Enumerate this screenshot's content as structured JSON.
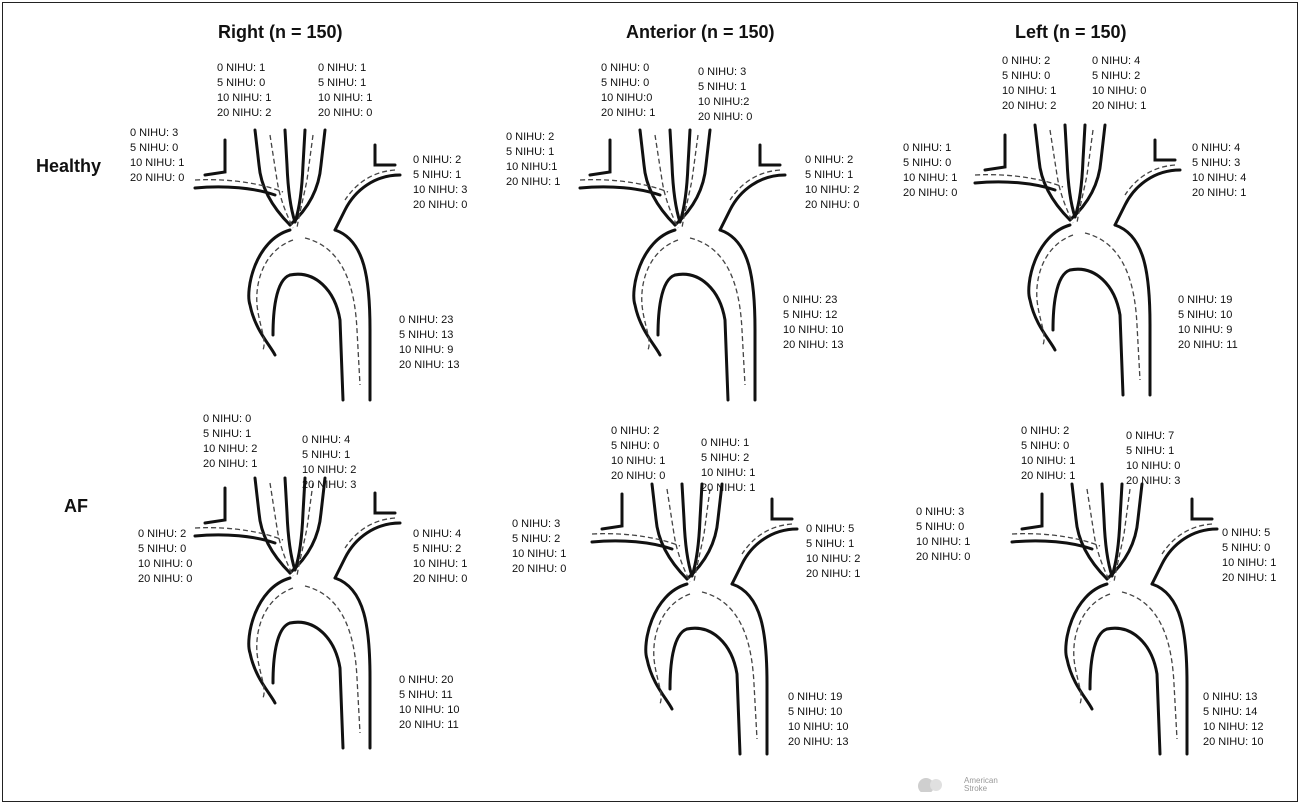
{
  "columns": [
    "Right (n = 150)",
    "Anterior (n = 150)",
    "Left (n = 150)"
  ],
  "rows": [
    "Healthy",
    "AF"
  ],
  "panels": {
    "healthy_right": {
      "lt": [
        "0 NIHU: 1",
        "5 NIHU: 0",
        "10 NIHU: 1",
        "20 NIHU: 2"
      ],
      "rt": [
        "0 NIHU: 1",
        "5 NIHU: 1",
        "10 NIHU: 1",
        "20 NIHU: 0"
      ],
      "l": [
        "0 NIHU: 3",
        "5 NIHU: 0",
        "10 NIHU: 1",
        "20 NIHU: 0"
      ],
      "r": [
        "0 NIHU: 2",
        "5 NIHU: 1",
        "10 NIHU: 3",
        "20 NIHU: 0"
      ],
      "d": [
        "0 NIHU: 23",
        "5 NIHU: 13",
        "10 NIHU: 9",
        "20 NIHU: 13"
      ]
    },
    "healthy_anterior": {
      "lt": [
        "0 NIHU: 0",
        "5 NIHU: 0",
        "10 NIHU:0",
        "20 NIHU: 1"
      ],
      "rt": [
        "0 NIHU: 3",
        "5 NIHU: 1",
        "10 NIHU:2",
        "20 NIHU: 0"
      ],
      "l": [
        "0 NIHU: 2",
        "5 NIHU: 1",
        "10 NIHU:1",
        "20 NIHU: 1"
      ],
      "r": [
        "0 NIHU: 2",
        "5 NIHU: 1",
        "10 NIHU: 2",
        "20 NIHU: 0"
      ],
      "d": [
        "0 NIHU: 23",
        "5 NIHU: 12",
        "10 NIHU: 10",
        "20 NIHU: 13"
      ]
    },
    "healthy_left": {
      "lt": [
        "0 NIHU: 2",
        "5 NIHU: 0",
        "10 NIHU: 1",
        "20 NIHU: 2"
      ],
      "rt": [
        "0 NIHU: 4",
        "5 NIHU: 2",
        "10 NIHU: 0",
        "20 NIHU: 1"
      ],
      "l": [
        "0 NIHU: 1",
        "5 NIHU: 0",
        "10 NIHU: 1",
        "20 NIHU: 0"
      ],
      "r": [
        "0 NIHU: 4",
        "5 NIHU: 3",
        "10 NIHU: 4",
        "20 NIHU: 1"
      ],
      "d": [
        "0 NIHU: 19",
        "5 NIHU: 10",
        "10 NIHU: 9",
        "20 NIHU: 11"
      ]
    },
    "af_right": {
      "lt": [
        "0 NIHU: 0",
        "5 NIHU: 1",
        "10 NIHU: 2",
        "20 NIHU: 1"
      ],
      "rt": [
        "0 NIHU: 4",
        "5 NIHU: 1",
        "10 NIHU: 2",
        "20 NIHU: 3"
      ],
      "l": [
        "0 NIHU: 2",
        "5 NIHU: 0",
        "10 NIHU: 0",
        "20 NIHU: 0"
      ],
      "r": [
        "0 NIHU: 4",
        "5 NIHU: 2",
        "10 NIHU: 1",
        "20 NIHU: 0"
      ],
      "d": [
        "0 NIHU: 20",
        "5 NIHU: 11",
        "10 NIHU: 10",
        "20 NIHU: 11"
      ]
    },
    "af_anterior": {
      "lt": [
        "0 NIHU: 2",
        "5 NIHU: 0",
        "10 NIHU: 1",
        "20 NIHU: 0"
      ],
      "rt": [
        "0 NIHU: 1",
        "5 NIHU: 2",
        "10 NIHU: 1",
        "20 NIHU: 1"
      ],
      "l": [
        "0 NIHU: 3",
        "5 NIHU: 2",
        "10 NIHU: 1",
        "20 NIHU: 0"
      ],
      "r": [
        "0 NIHU: 5",
        "5 NIHU: 1",
        "10 NIHU: 2",
        "20 NIHU: 1"
      ],
      "d": [
        "0 NIHU: 19",
        "5 NIHU: 10",
        "10 NIHU: 10",
        "20 NIHU: 13"
      ]
    },
    "af_left": {
      "lt": [
        "0 NIHU: 2",
        "5 NIHU: 0",
        "10 NIHU: 1",
        "20 NIHU: 1"
      ],
      "rt": [
        "0 NIHU: 7",
        "5 NIHU: 1",
        "10 NIHU: 0",
        "20 NIHU: 3"
      ],
      "l": [
        "0 NIHU: 3",
        "5 NIHU: 0",
        "10 NIHU: 1",
        "20 NIHU: 0"
      ],
      "r": [
        "0 NIHU: 5",
        "5 NIHU: 0",
        "10 NIHU: 1",
        "20 NIHU: 1"
      ],
      "d": [
        "0 NIHU: 13",
        "5 NIHU: 14",
        "10 NIHU: 12",
        "20 NIHU: 10"
      ]
    }
  },
  "watermark": {
    "line1": "American",
    "line2": "Stroke"
  }
}
